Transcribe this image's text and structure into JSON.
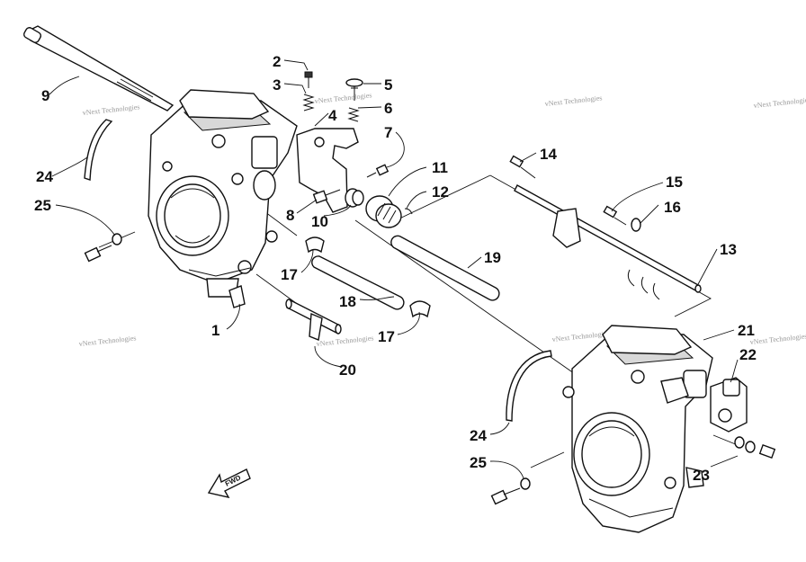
{
  "diagram": {
    "callouts": [
      {
        "id": "c2",
        "label": "2"
      },
      {
        "id": "c3",
        "label": "3"
      },
      {
        "id": "c4",
        "label": "4"
      },
      {
        "id": "c5",
        "label": "5"
      },
      {
        "id": "c6",
        "label": "6"
      },
      {
        "id": "c7",
        "label": "7"
      },
      {
        "id": "c8",
        "label": "8"
      },
      {
        "id": "c9",
        "label": "9"
      },
      {
        "id": "c10",
        "label": "10"
      },
      {
        "id": "c11",
        "label": "11"
      },
      {
        "id": "c12",
        "label": "12"
      },
      {
        "id": "c13",
        "label": "13"
      },
      {
        "id": "c14",
        "label": "14"
      },
      {
        "id": "c15",
        "label": "15"
      },
      {
        "id": "c16",
        "label": "16"
      },
      {
        "id": "c17a",
        "label": "17"
      },
      {
        "id": "c17b",
        "label": "17"
      },
      {
        "id": "c18",
        "label": "18"
      },
      {
        "id": "c19",
        "label": "19"
      },
      {
        "id": "c20",
        "label": "20"
      },
      {
        "id": "c21",
        "label": "21"
      },
      {
        "id": "c22",
        "label": "22"
      },
      {
        "id": "c23",
        "label": "23"
      },
      {
        "id": "c24a",
        "label": "24"
      },
      {
        "id": "c24b",
        "label": "24"
      },
      {
        "id": "c25a",
        "label": "25"
      },
      {
        "id": "c25b",
        "label": "25"
      },
      {
        "id": "c1",
        "label": "1"
      }
    ],
    "fwd_label": "FWD",
    "watermark": "vNext Technologies"
  }
}
